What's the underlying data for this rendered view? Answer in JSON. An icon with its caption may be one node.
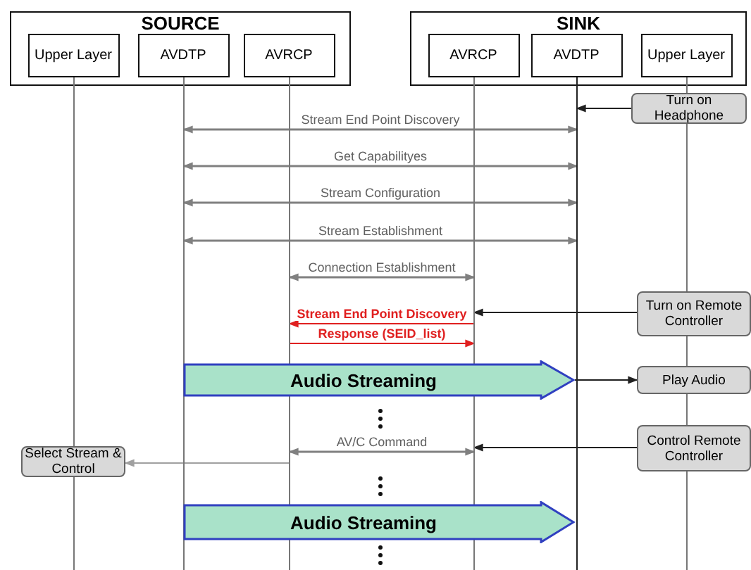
{
  "diagram": {
    "nodes": [
      {
        "text": [
          "SOURCE"
        ]
      },
      {
        "text": [
          "Upper Layer"
        ],
        "in": 0
      },
      {
        "text": [
          "AVDTP"
        ],
        "in": 0
      },
      {
        "text": [
          "AVRCP"
        ],
        "in": 0
      },
      {
        "text": [
          "SINK"
        ]
      },
      {
        "text": [
          "AVRCP"
        ],
        "in": 4
      },
      {
        "text": [
          "AVDTP"
        ],
        "in": 4
      },
      {
        "text": [
          "Upper Layer"
        ],
        "in": 4
      },
      {
        "text": [],
        "shape": "line"
      },
      {
        "text": [],
        "shape": "line"
      },
      {
        "text": [],
        "shape": "line"
      },
      {
        "text": [],
        "shape": "line"
      },
      {
        "text": [],
        "shape": "line"
      },
      {
        "text": [],
        "shape": "line"
      },
      {
        "text": [
          "Turn on Headphone"
        ]
      },
      {
        "text": [
          "Turn on Remote Controller"
        ]
      },
      {
        "text": [
          "Audio Streaming"
        ]
      },
      {
        "text": [
          "Play Audio"
        ]
      },
      {
        "text": [
          "Control Remote Controller"
        ]
      },
      {
        "text": [
          "Select Stream & Control"
        ]
      },
      {
        "text": [
          "Audio Streaming"
        ]
      }
    ],
    "edges": [
      {
        "from": 14,
        "to": 12,
        "arrow": "to",
        "color": "#202020"
      },
      {
        "from": 9,
        "to": 12,
        "arrow": "both",
        "label": "Stream End Point Discovery"
      },
      {
        "from": 9,
        "to": 12,
        "arrow": "both",
        "label": "Get Capabilityes"
      },
      {
        "from": 9,
        "to": 12,
        "arrow": "both",
        "label": "Stream Configuration"
      },
      {
        "from": 9,
        "to": 12,
        "arrow": "both",
        "label": "Stream Establishment"
      },
      {
        "from": 10,
        "to": 11,
        "arrow": "both",
        "label": "Connection Establishment"
      },
      {
        "from": 15,
        "to": 11,
        "arrow": "to",
        "color": "#202020"
      },
      {
        "from": 11,
        "to": 10,
        "arrow": "to",
        "label": "Stream End Point Discovery",
        "color": "#e02020"
      },
      {
        "from": 10,
        "to": 11,
        "arrow": "to",
        "label": "Response (SEID_list)",
        "color": "#e02020"
      },
      {
        "from": 16,
        "to": 17,
        "arrow": "to",
        "color": "#202020"
      },
      {
        "from": 18,
        "to": 11,
        "arrow": "to",
        "color": "#202020"
      },
      {
        "from": 10,
        "to": 11,
        "arrow": "both",
        "label": "AV/C Command"
      },
      {
        "from": 10,
        "to": 19,
        "arrow": "to",
        "color": "#a0a0a0"
      }
    ]
  }
}
